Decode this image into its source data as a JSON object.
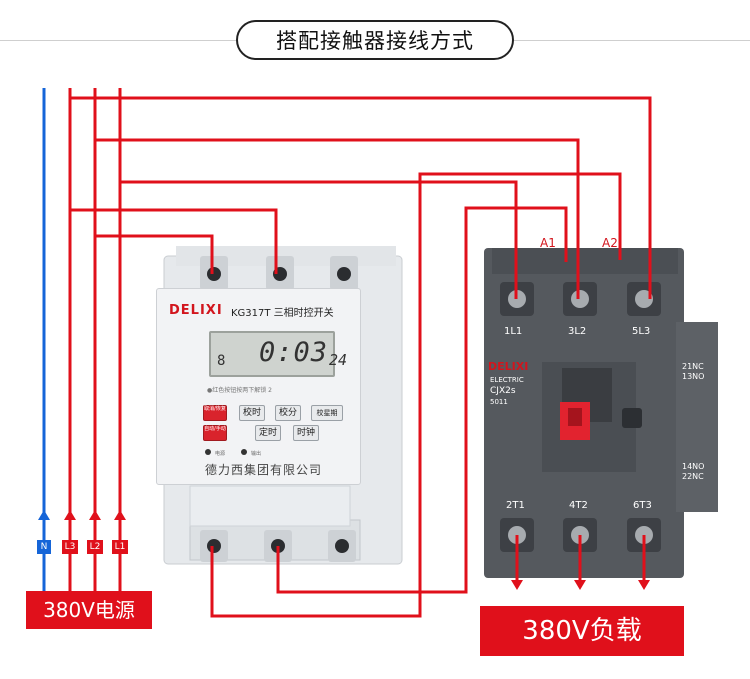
{
  "title": "搭配接触器接线方式",
  "power_labels": [
    "N",
    "L3",
    "L2",
    "L1"
  ],
  "power_tag": "380V电源",
  "load_tag": "380V负载",
  "colors": {
    "wire_red": "#e0101b",
    "wire_blue": "#1565d8",
    "contactor_gray": "#55595e",
    "timer_white": "#eceff2"
  },
  "timer": {
    "brand": "DELIXI",
    "model": "KG317T 三相时控开关",
    "display_small": "8",
    "display_time": "0:03",
    "display_sec": "24",
    "hint": "●红色按钮按两下解锁 2",
    "buttons": [
      "取消/恢复",
      "校时",
      "校分",
      "校星期",
      "自动/手动",
      "定时",
      "时钟"
    ],
    "indicators": [
      "电源",
      "输出"
    ],
    "company": "德力西集团有限公司"
  },
  "contactor": {
    "brand": "DELIXI",
    "sub_brand": "ELECTRIC",
    "model": "CJX2s",
    "model_no": "5011",
    "coil_labels": [
      "A1",
      "A2"
    ],
    "top_terminals": [
      "1L1",
      "3L2",
      "5L3"
    ],
    "bottom_terminals": [
      "2T1",
      "4T2",
      "6T3"
    ],
    "aux_top": [
      "21NC",
      "13NO"
    ],
    "aux_bottom": [
      "14NO",
      "22NC"
    ]
  }
}
